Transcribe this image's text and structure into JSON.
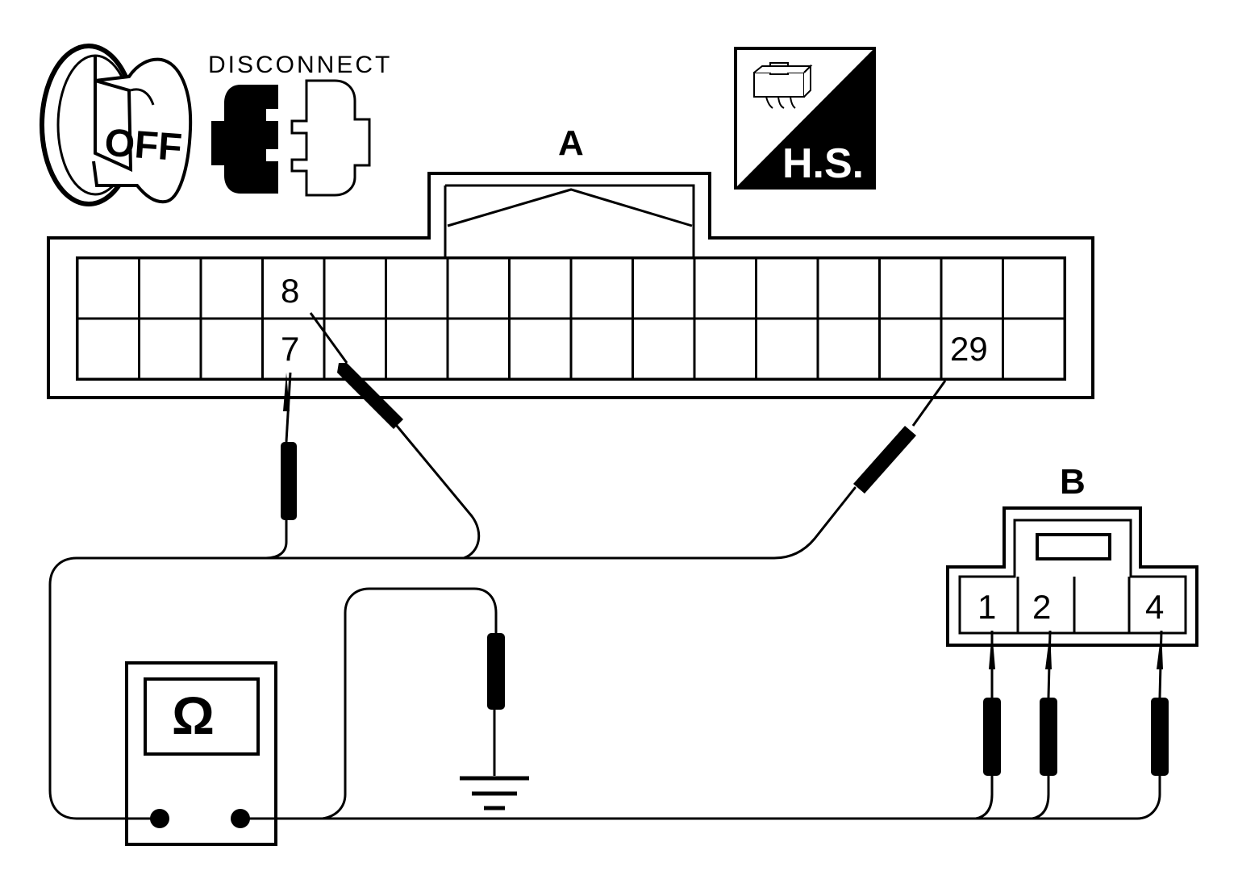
{
  "icons": {
    "ignition": {
      "name": "ignition-off-key-icon",
      "label": "OFF"
    },
    "disconnect": {
      "name": "disconnect-connector-icon",
      "label": "DISCONNECT"
    },
    "harness_side": {
      "name": "harness-side-icon",
      "label": "H.S."
    }
  },
  "connector_a": {
    "label": "A",
    "pins": [
      {
        "number": "8"
      },
      {
        "number": "7"
      },
      {
        "number": "29"
      }
    ]
  },
  "connector_b": {
    "label": "B",
    "pins": [
      {
        "number": "1"
      },
      {
        "number": "2"
      },
      {
        "number": "4"
      }
    ]
  },
  "meter": {
    "name": "ohmmeter",
    "symbol": "Ω"
  },
  "ground": {
    "name": "ground-symbol-icon"
  }
}
